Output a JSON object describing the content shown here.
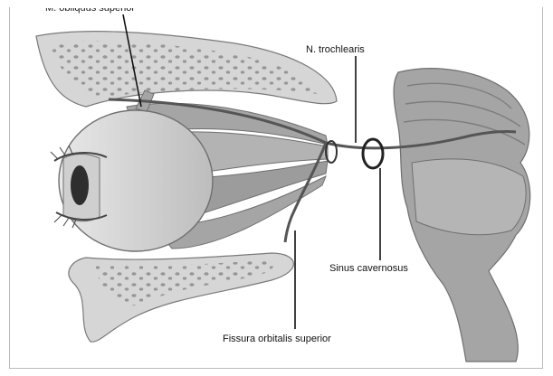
{
  "labels": {
    "top_cut": "M. obliquus superior",
    "trochlearis": "N. trochlearis",
    "sinus": "Sinus cavernosus",
    "fissura": "Fissura orbitalis superior"
  },
  "colors": {
    "bone": "#d6d6d6",
    "bone_pore": "#8f8f8f",
    "muscle": "#a5a5a5",
    "muscle_dark": "#6f6f6f",
    "nerve": "#555555",
    "brainstem": "#9b9b9b",
    "line": "#111111"
  }
}
